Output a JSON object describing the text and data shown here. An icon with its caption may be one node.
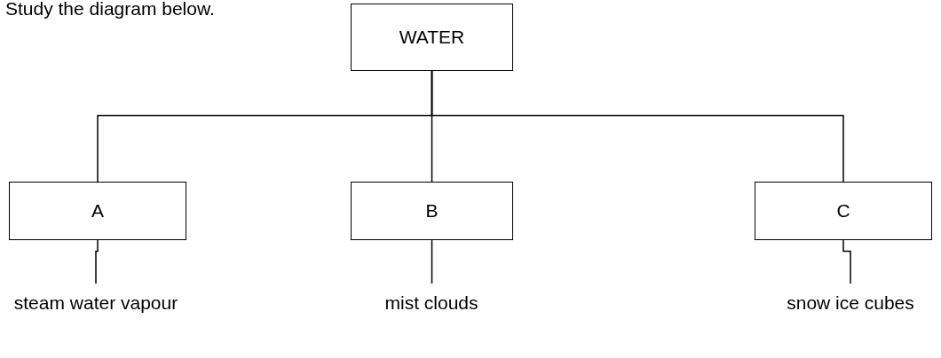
{
  "diagram": {
    "nodes": [
      {
        "text": [
          "WATER"
        ]
      },
      {
        "text": [
          "A"
        ]
      },
      {
        "text": [
          "B"
        ]
      },
      {
        "text": [
          "C"
        ]
      },
      {
        "text": [
          "steam water vapour"
        ]
      },
      {
        "text": [
          "mist clouds"
        ]
      },
      {
        "text": [
          "snow ice cubes"
        ]
      }
    ],
    "edges": [
      {
        "from": 0,
        "to": 1,
        "arrow": "none"
      },
      {
        "from": 0,
        "to": 2,
        "arrow": "none"
      },
      {
        "from": 0,
        "to": 3,
        "arrow": "none"
      },
      {
        "from": 1,
        "to": 4,
        "arrow": "none"
      },
      {
        "from": 2,
        "to": 5,
        "arrow": "none"
      },
      {
        "from": 3,
        "to": 6,
        "arrow": "none"
      }
    ],
    "labels": [
      "Study the diagram below."
    ]
  }
}
